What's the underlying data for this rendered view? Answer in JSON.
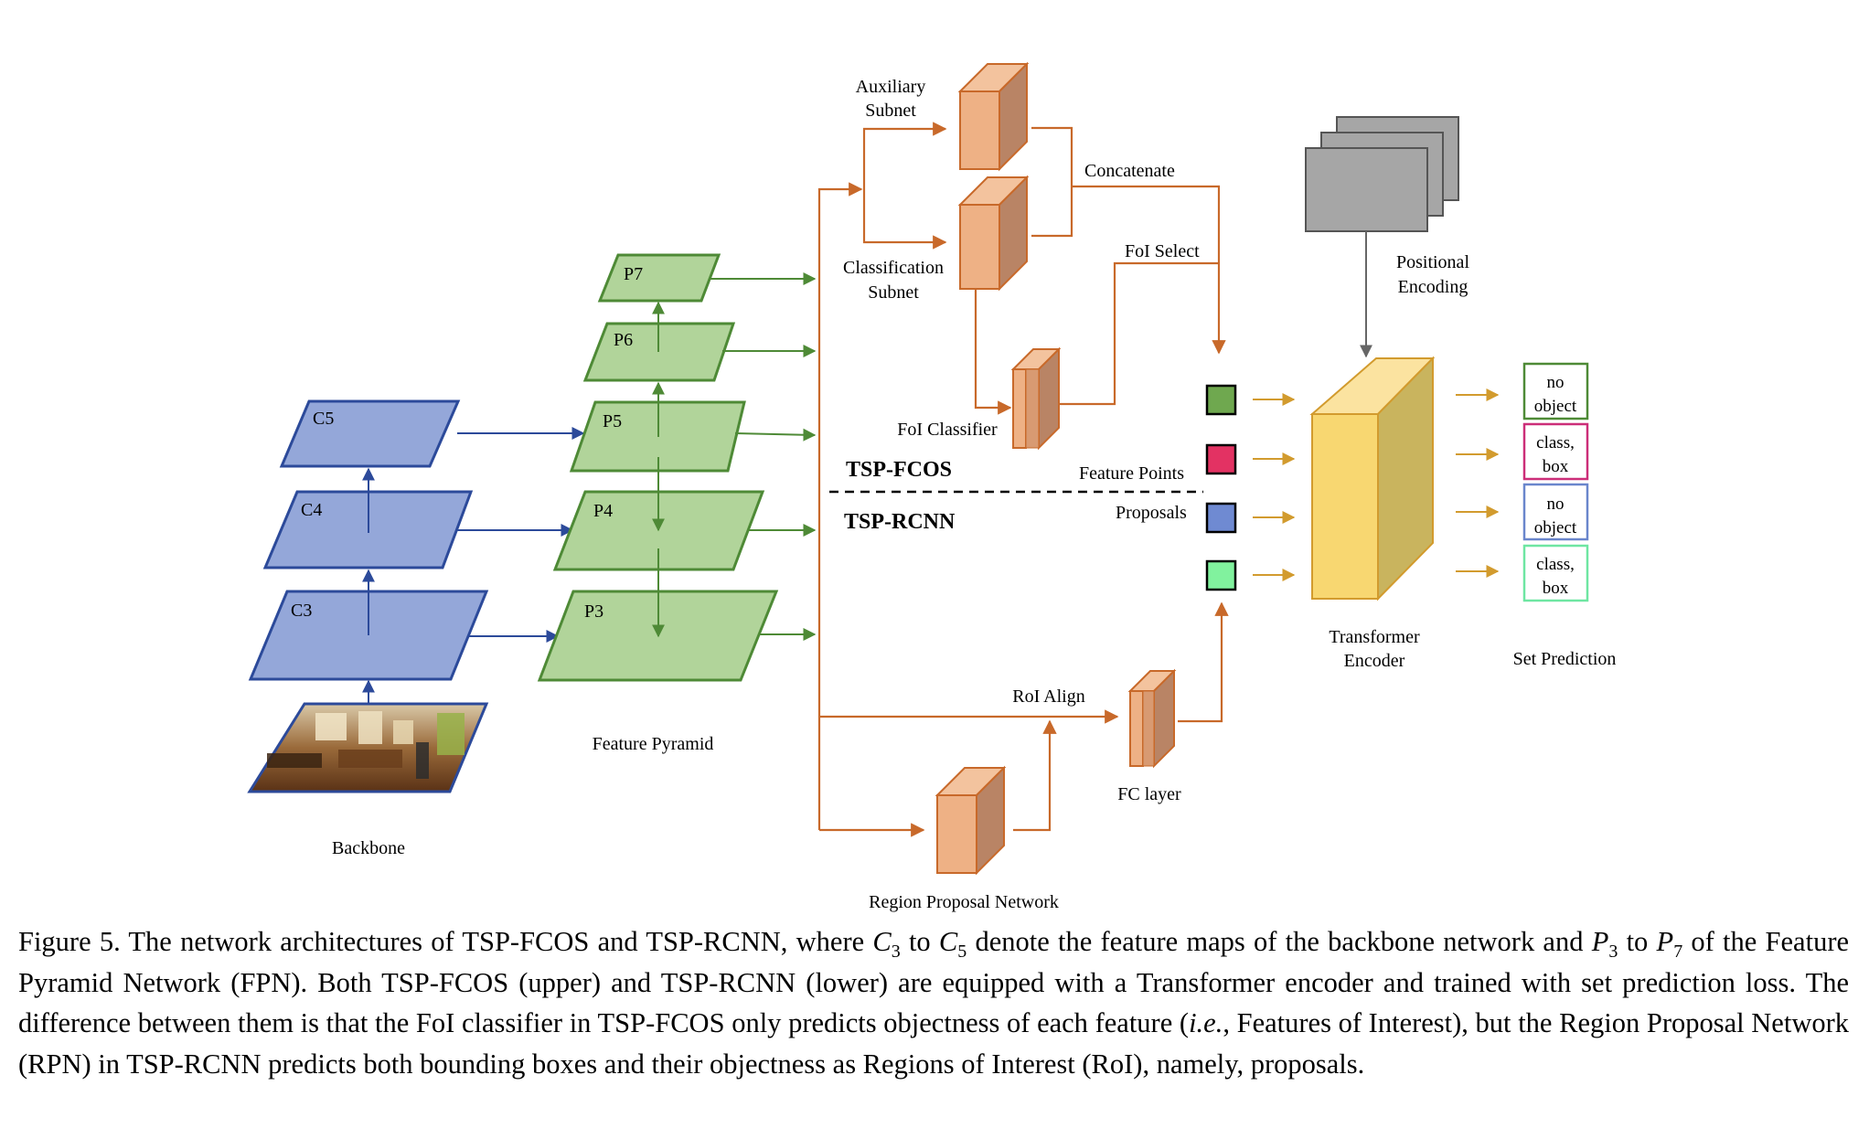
{
  "labels": {
    "backbone": "Backbone",
    "feature_pyramid": "Feature Pyramid",
    "c5": "C5",
    "c4": "C4",
    "c3": "C3",
    "p7": "P7",
    "p6": "P6",
    "p5": "P5",
    "p4": "P4",
    "p3": "P3",
    "auxiliary_subnet_l1": "Auxiliary",
    "auxiliary_subnet_l2": "Subnet",
    "classification_subnet_l1": "Classification",
    "classification_subnet_l2": "Subnet",
    "concatenate": "Concatenate",
    "foi_select": "FoI Select",
    "foi_classifier": "FoI Classifier",
    "tsp_fcos": "TSP-FCOS",
    "tsp_rcnn": "TSP-RCNN",
    "feature_points": "Feature Points",
    "proposals": "Proposals",
    "roi_align": "RoI Align",
    "fc_layer": "FC layer",
    "region_proposal_network": "Region Proposal Network",
    "positional_encoding_l1": "Positional",
    "positional_encoding_l2": "Encoding",
    "transformer_encoder_l1": "Transformer",
    "transformer_encoder_l2": "Encoder",
    "set_prediction": "Set Prediction",
    "pred1_l1": "no",
    "pred1_l2": "object",
    "pred2_l1": "class,",
    "pred2_l2": "box",
    "pred3_l1": "no",
    "pred3_l2": "object",
    "pred4_l1": "class,",
    "pred4_l2": "box"
  },
  "caption": {
    "p1": "Figure 5. The network architectures of TSP-FCOS and TSP-RCNN, where ",
    "c3_base": "C",
    "c3_sub": "3",
    "p2": " to ",
    "c5_base": "C",
    "c5_sub": "5",
    "p3": " denote the feature maps of the backbone network and ",
    "p3_base": "P",
    "p3_sub": "3",
    "p4": " to ",
    "p7_base": "P",
    "p7_sub": "7",
    "p5": " of the Feature Pyramid Network (FPN). Both TSP-FCOS (upper) and TSP-RCNN (lower) are equipped with a Transformer encoder and trained with set prediction loss. The difference between them is that the FoI classifier in TSP-FCOS only predicts objectness of each feature (",
    "ie": "i.e.",
    "p6": ", Features of Interest), but the Region Proposal Network (RPN) in TSP-RCNN predicts both bounding boxes and their objectness as Regions of Interest (RoI), namely, proposals."
  },
  "colors": {
    "backbone_fill": "#94a7d9",
    "backbone_stroke": "#2c4a9a",
    "pyramid_fill": "#b1d49a",
    "pyramid_stroke": "#4e8a36",
    "orange_line": "#c8692a",
    "block_light": "#eeb185",
    "block_dark": "#b98465",
    "transformer_front": "#f8d771",
    "transformer_side": "#c9b45e",
    "gray_fill": "#a6a6a6",
    "token_green": "#6fa84f",
    "token_pink": "#e33263",
    "token_blue": "#6f8ad2",
    "token_mint": "#81f29e",
    "pred_green": "#4e8a36",
    "pred_pink": "#cc2e78",
    "pred_blue": "#6a86cc",
    "pred_mint": "#6ee6a2"
  }
}
